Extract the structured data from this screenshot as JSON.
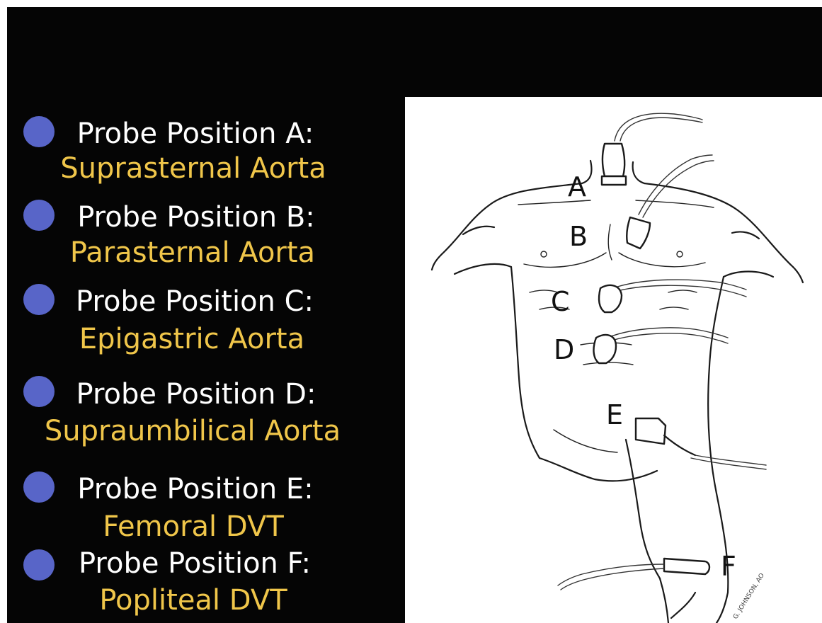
{
  "colors": {
    "bullet": "#5865c8",
    "title": "#ffffff",
    "sub": "#f0c64a"
  },
  "positions": [
    {
      "title": "Probe Position A:",
      "sub": "Suprasternal Aorta"
    },
    {
      "title": "Probe Position B:",
      "sub": "Parasternal Aorta"
    },
    {
      "title": "Probe Position C:",
      "sub": "Epigastric Aorta"
    },
    {
      "title": "Probe Position D:",
      "sub": "Supraumbilical Aorta"
    },
    {
      "title": "Probe Position E:",
      "sub": "Femoral DVT"
    },
    {
      "title": "Probe Position F:",
      "sub": "Popliteal DVT"
    }
  ],
  "diagram": {
    "labels": [
      "A",
      "B",
      "C",
      "D",
      "E",
      "F"
    ],
    "signature": "G. JOHNSON, AO"
  }
}
